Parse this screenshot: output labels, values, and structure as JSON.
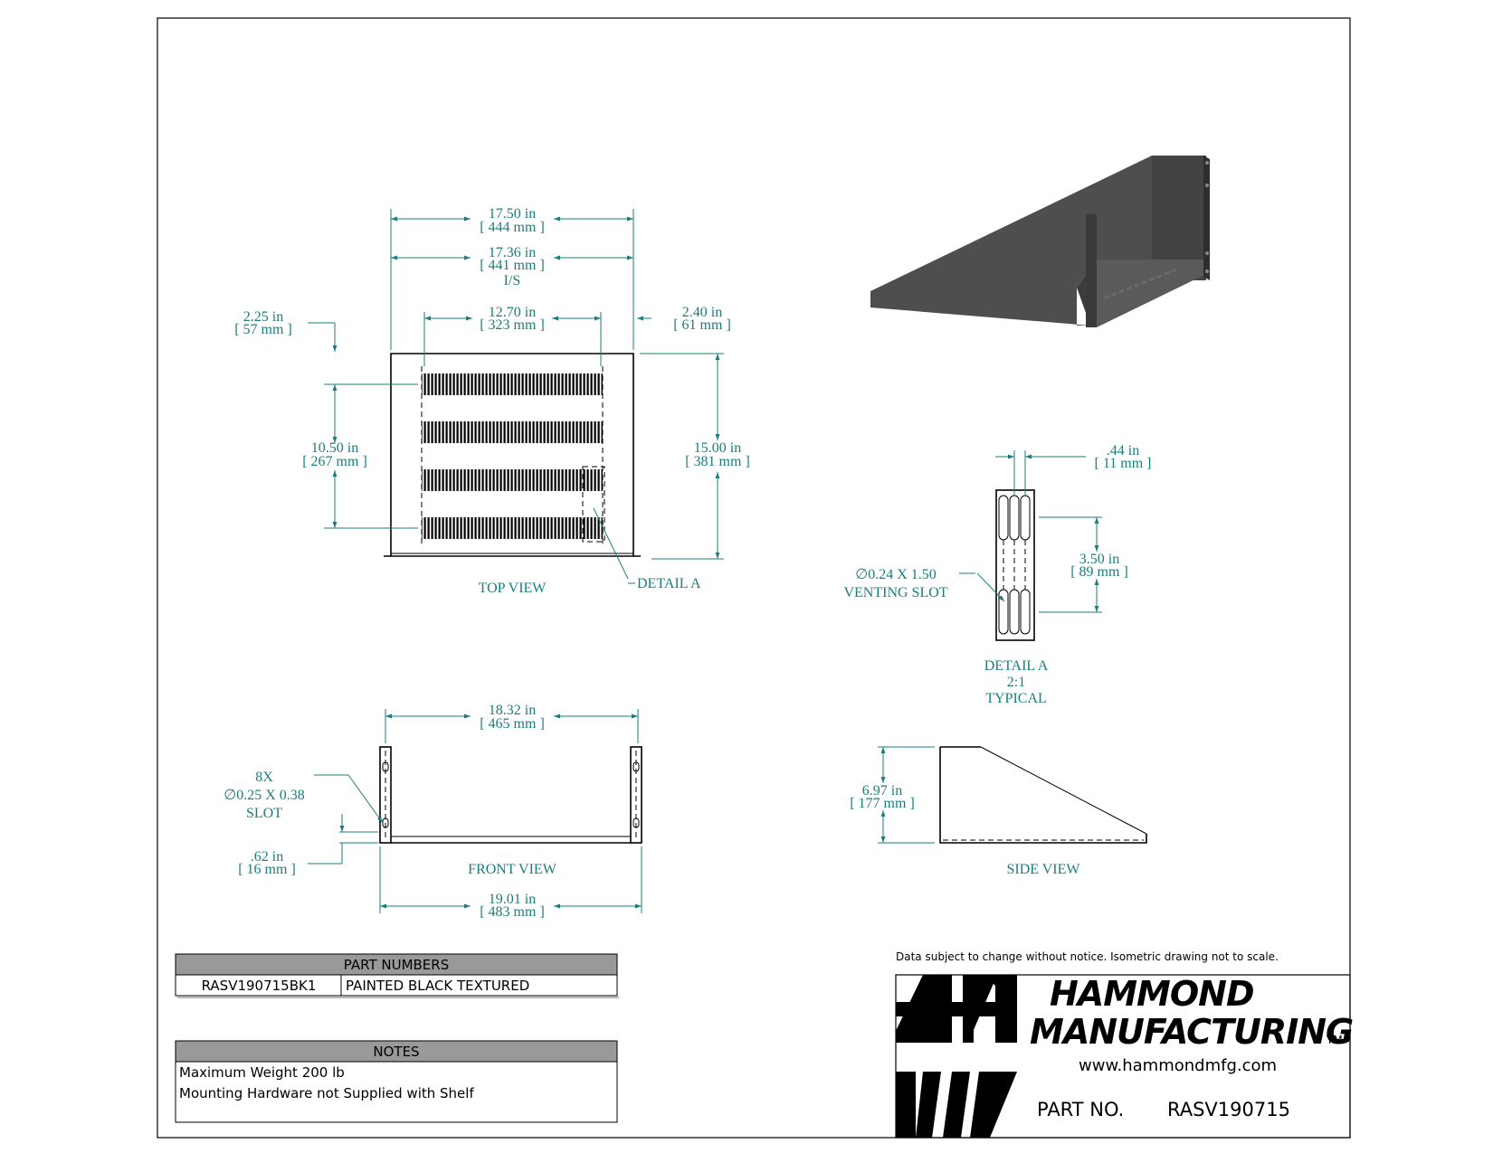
{
  "dimensions": {
    "top_width_outer": [
      "17.50 in",
      "[ 444 mm ]"
    ],
    "top_width_inner": [
      "17.36 in",
      "[ 441 mm ]",
      "I/S"
    ],
    "vent_width": [
      "12.70 in",
      "[ 323 mm ]"
    ],
    "left_offset": [
      "2.25 in",
      "[ 57 mm ]"
    ],
    "right_offset": [
      "2.40 in",
      "[ 61 mm ]"
    ],
    "vent_span": [
      "10.50 in",
      "[ 267 mm ]"
    ],
    "depth": [
      "15.00 in",
      "[ 381 mm ]"
    ],
    "slot_width": [
      ".44 in",
      "[ 11 mm ]"
    ],
    "slot_spacing": [
      "3.50 in",
      "[ 89 mm ]"
    ],
    "front_inner": [
      "18.32 in",
      "[ 465 mm ]"
    ],
    "front_outer": [
      "19.01 in",
      "[ 483 mm ]"
    ],
    "flange_height": [
      ".62 in",
      "[ 16 mm ]"
    ],
    "height": [
      "6.97 in",
      "[ 177 mm ]"
    ]
  },
  "callouts": {
    "venting_slot": [
      "∅0.24 X 1.50",
      "VENTING SLOT"
    ],
    "mount_slot": [
      "8X",
      "∅0.25 X 0.38",
      "SLOT"
    ],
    "detail_a_ref": "DETAIL A",
    "detail_a_title": [
      "DETAIL A",
      "2:1",
      "TYPICAL"
    ]
  },
  "views": {
    "top": "TOP VIEW",
    "front": "FRONT VIEW",
    "side": "SIDE VIEW"
  },
  "part_numbers": {
    "header": "PART NUMBERS",
    "rows": [
      {
        "part": "RASV190715BK1",
        "desc": "PAINTED BLACK TEXTURED"
      }
    ]
  },
  "notes": {
    "header": "NOTES",
    "lines": [
      "Maximum Weight 200 lb",
      "Mounting Hardware not Supplied with Shelf"
    ]
  },
  "disclaimer": "Data subject to change without notice. Isometric drawing not to scale.",
  "title_block": {
    "company_line1": "HAMMOND",
    "company_line2": "MANUFACTURING",
    "trademark": "TM",
    "url": "www.hammondmfg.com",
    "part_label": "PART NO.",
    "part_value": "RASV190715"
  },
  "colors": {
    "dimension": "#1b7d7d",
    "table_header": "#999999",
    "shelf_render": "#4a4a4a"
  }
}
